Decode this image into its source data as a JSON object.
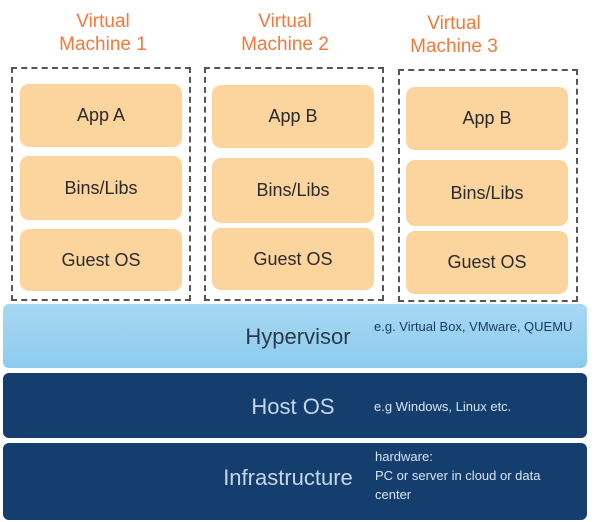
{
  "virtual_machines": [
    {
      "title": "Virtual\nMachine 1",
      "app": "App A",
      "bins": "Bins/Libs",
      "os": "Guest OS"
    },
    {
      "title": "Virtual\nMachine 2",
      "app": "App B",
      "bins": "Bins/Libs",
      "os": "Guest OS"
    },
    {
      "title": "Virtual\nMachine 3",
      "app": "App B",
      "bins": "Bins/Libs",
      "os": "Guest OS"
    }
  ],
  "layers": {
    "hypervisor": {
      "label": "Hypervisor",
      "note": "e.g. Virtual Box, VMware, QUEMU"
    },
    "host_os": {
      "label": "Host OS",
      "note": "e.g Windows, Linux etc."
    },
    "infrastructure": {
      "label": "Infrastructure",
      "note_line1": "hardware:",
      "note_line2": "PC or server in cloud or data center"
    }
  },
  "colors": {
    "vm_title": "#f07a3c",
    "block": "#fbd49e",
    "hypervisor": "#9dd3f0",
    "dark_layer": "#143e6e"
  }
}
